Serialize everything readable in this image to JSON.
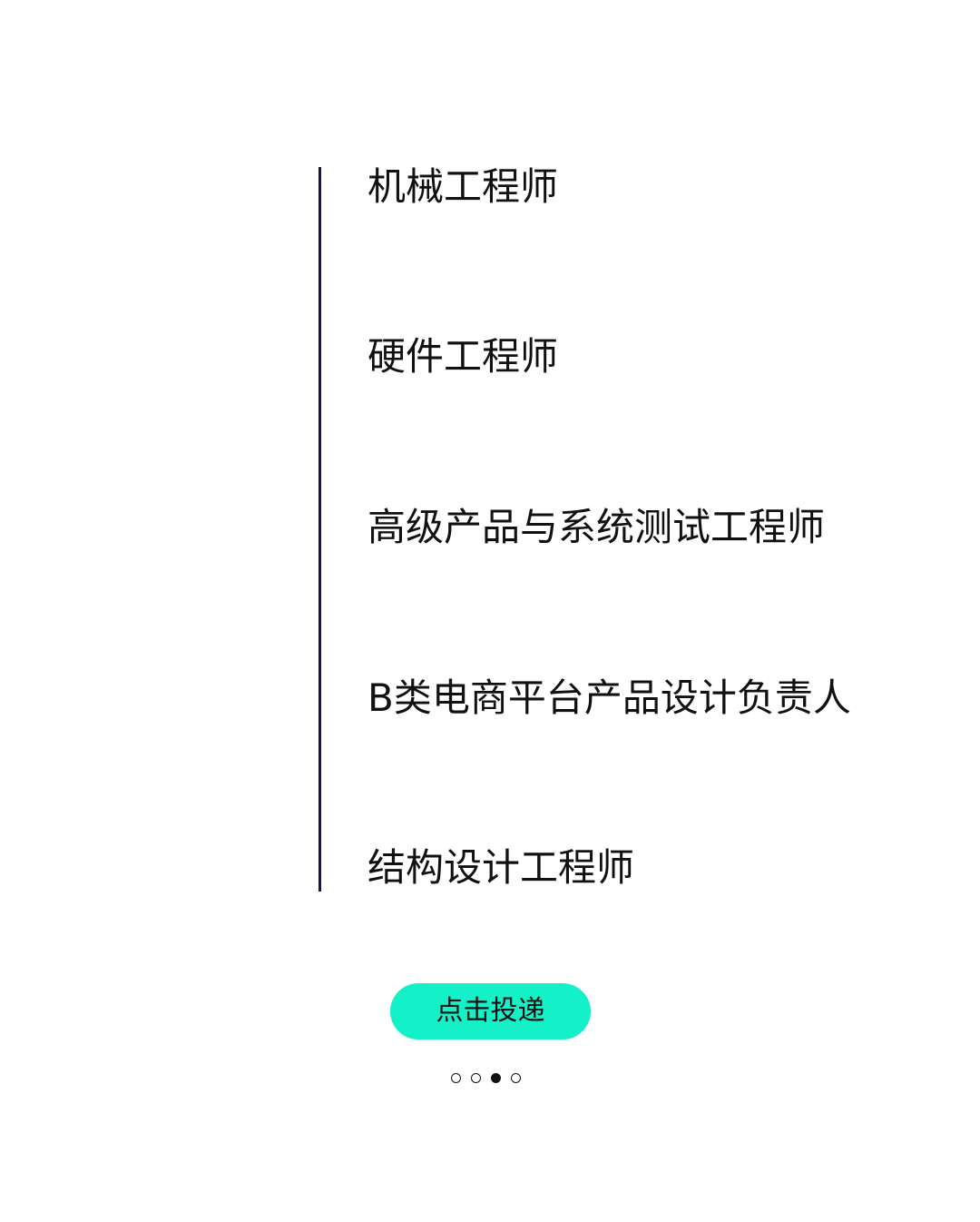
{
  "jobs": [
    {
      "title": "机械工程师"
    },
    {
      "title": "硬件工程师"
    },
    {
      "title": "高级产品与系统测试工程师"
    },
    {
      "title": "B类电商平台产品设计负责人"
    },
    {
      "title": "结构设计工程师"
    }
  ],
  "apply_button": {
    "label": "点击投递"
  },
  "pagination": {
    "total": 4,
    "active_index": 2
  },
  "colors": {
    "accent": "#14f0c8",
    "divider": "#1a1446",
    "text": "#111111"
  }
}
